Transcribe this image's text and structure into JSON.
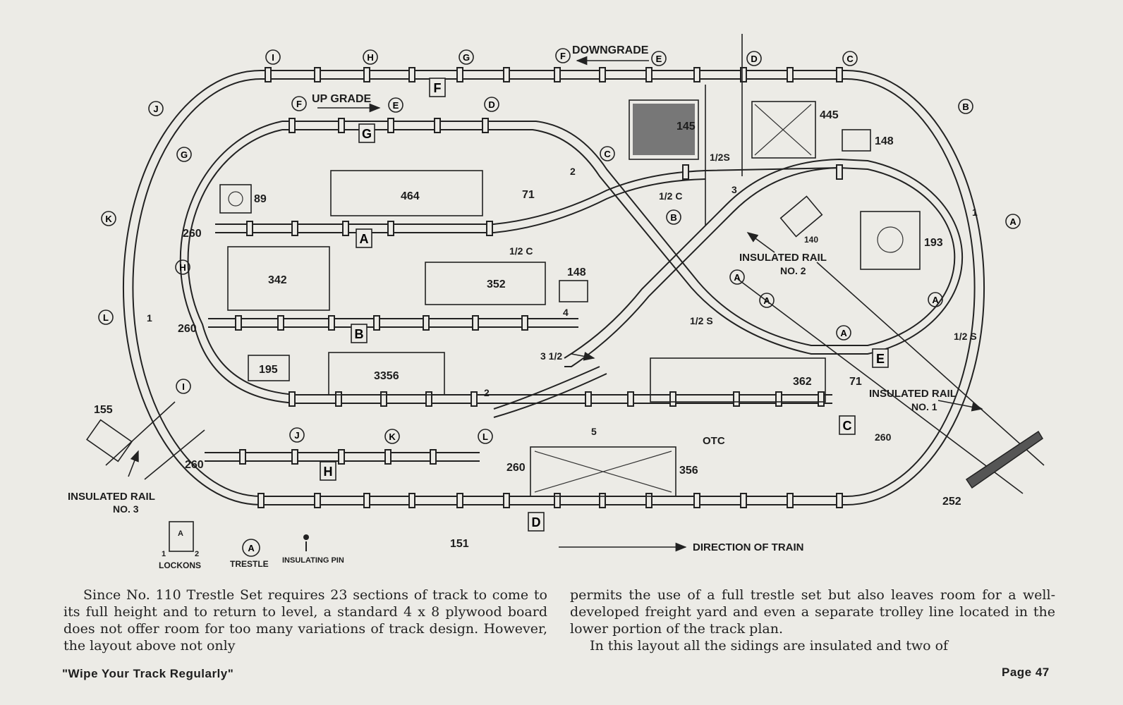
{
  "diagram": {
    "labels": {
      "downgrade": "DOWNGRADE",
      "upgrade": "UP GRADE",
      "half_s_top": "1/2S",
      "half_c_top": "1/2 C",
      "half_c_mid": "1/2 C",
      "insulated_rail_2": "INSULATED RAIL",
      "insulated_rail_2_no": "NO. 2",
      "half_s_mid": "1/2 S",
      "half_s_right": "1/2 S",
      "three_half": "3 1/2",
      "insulated_rail_1": "INSULATED RAIL",
      "insulated_rail_1_no": "NO. 1",
      "insulated_rail_3": "INSULATED RAIL",
      "insulated_rail_3_no": "NO. 3",
      "otc": "OTC",
      "direction": "DIRECTION OF TRAIN",
      "lockons": "LOCKONS",
      "trestle": "TRESTLE",
      "insulating_pin": "INSULATING PIN",
      "legend_a": "A",
      "legend_1": "1",
      "legend_2": "2",
      "legend_trestle_letter": "A"
    },
    "accessories": {
      "a464": "464",
      "a342": "342",
      "a352": "352",
      "a195": "195",
      "a3356": "3356",
      "a362": "362",
      "a356": "356",
      "a145": "145",
      "a445": "445",
      "a148_top": "148",
      "a148_mid": "148",
      "a89": "89",
      "a71_left": "71",
      "a71_right": "71",
      "a193": "193",
      "a140": "140",
      "a155": "155",
      "a252": "252",
      "a151": "151",
      "a260_1": "260",
      "a260_2": "260",
      "a260_3": "260",
      "a260_4": "260",
      "a260_5": "260"
    },
    "blocks": {
      "A": "A",
      "B": "B",
      "C": "C",
      "D": "D",
      "E": "E",
      "F": "F",
      "G": "G",
      "H": "H"
    },
    "numbers": {
      "n1_left": "1",
      "n1_right": "1",
      "n2_top": "2",
      "n2_bottom": "2",
      "n3": "3",
      "n4": "4",
      "n5": "5"
    }
  },
  "body": {
    "col1": "Since No. 110 Trestle Set requires 23 sections of track to come to its full height and to return to level, a standard 4 x 8 plywood board does not offer room for too many variations of track design. However, the layout above not only",
    "col2_p1": "permits the use of a full trestle set but also leaves room for a well-developed freight yard and even a separate trolley line located in the lower portion of the track plan.",
    "col2_p2": "In this layout all the sidings are insulated and two of"
  },
  "footer": {
    "left": "\"Wipe Your Track Regularly\"",
    "right": "Page 47"
  }
}
